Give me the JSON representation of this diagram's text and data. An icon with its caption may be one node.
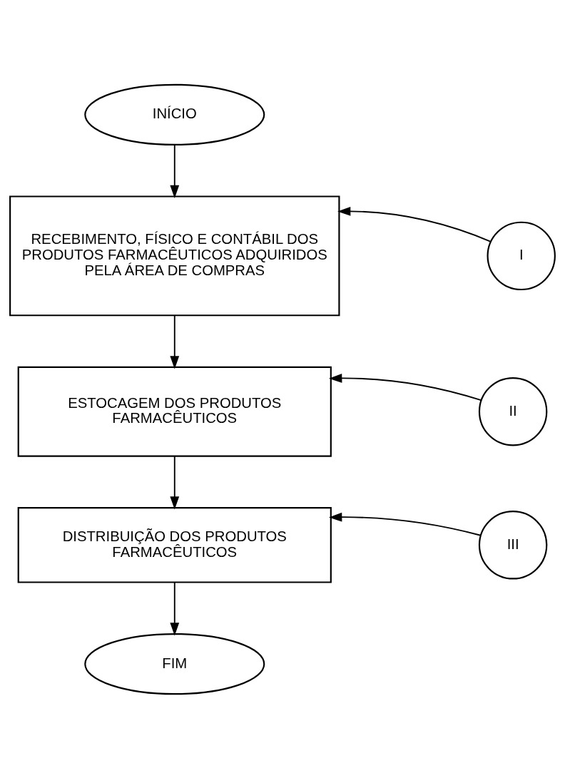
{
  "diagram": {
    "nodes": [
      {
        "text": [
          "INÍCIO"
        ]
      },
      {
        "text": [
          "RECEBIMENTO, FÍSICO E CONTÁBIL DOS PRODUTOS FARMACÊUTICOS ADQUIRIDOS PELA ÁREA DE COMPRAS"
        ]
      },
      {
        "text": [
          "I"
        ]
      },
      {
        "text": [
          "ESTOCAGEM DOS PRODUTOS FARMACÊUTICOS"
        ]
      },
      {
        "text": [
          "II"
        ]
      },
      {
        "text": [
          "DISTRIBUIÇÃO DOS PRODUTOS FARMACÊUTICOS"
        ]
      },
      {
        "text": [
          "III"
        ]
      },
      {
        "text": [
          "FIM"
        ]
      }
    ],
    "edges": [
      {
        "from": 0,
        "to": 1,
        "arrow": "to"
      },
      {
        "from": 2,
        "to": 1,
        "arrow": "to"
      },
      {
        "from": 1,
        "to": 3,
        "arrow": "to"
      },
      {
        "from": 4,
        "to": 3,
        "arrow": "to"
      },
      {
        "from": 3,
        "to": 5,
        "arrow": "to"
      },
      {
        "from": 6,
        "to": 5,
        "arrow": "to"
      },
      {
        "from": 5,
        "to": 7,
        "arrow": "to"
      }
    ]
  }
}
